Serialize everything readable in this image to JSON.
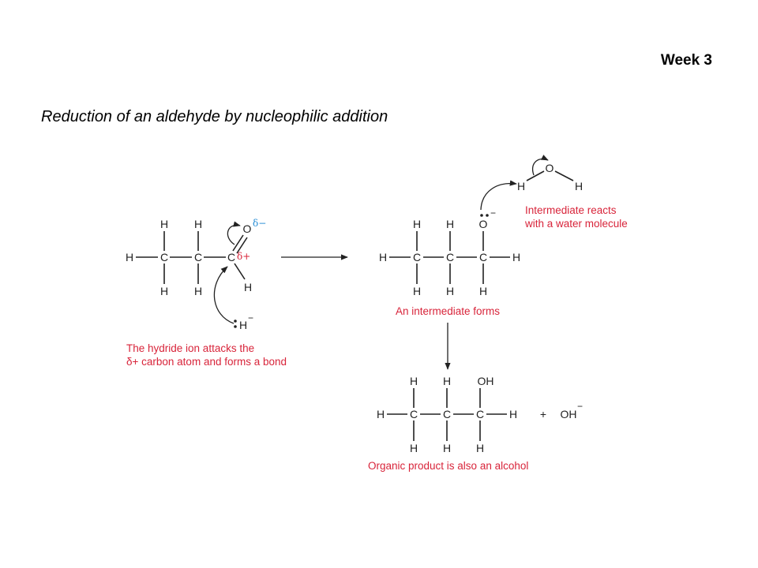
{
  "header": {
    "week": "Week 3",
    "title": "Reduction of an aldehyde by nucleophilic addition"
  },
  "atoms": {
    "C": "C",
    "H": "H",
    "O": "O",
    "OH": "OH",
    "hydride": "H",
    "hydroxide": "OH"
  },
  "symbols": {
    "delta_minus": "δ−",
    "delta_plus": "δ+",
    "minus": "−",
    "plus": "+"
  },
  "captions": {
    "hydride_attack_line1": "The hydride ion attacks the",
    "hydride_attack_line2": "δ+ carbon atom and forms a bond",
    "intermediate_reacts_line1": "Intermediate reacts",
    "intermediate_reacts_line2": "with a water molecule",
    "intermediate_forms": "An intermediate forms",
    "organic_product": "Organic product is also an alcohol"
  },
  "colors": {
    "caption": "#d8243a",
    "partial_charge": "#2a8fd6",
    "ink": "#222222"
  }
}
